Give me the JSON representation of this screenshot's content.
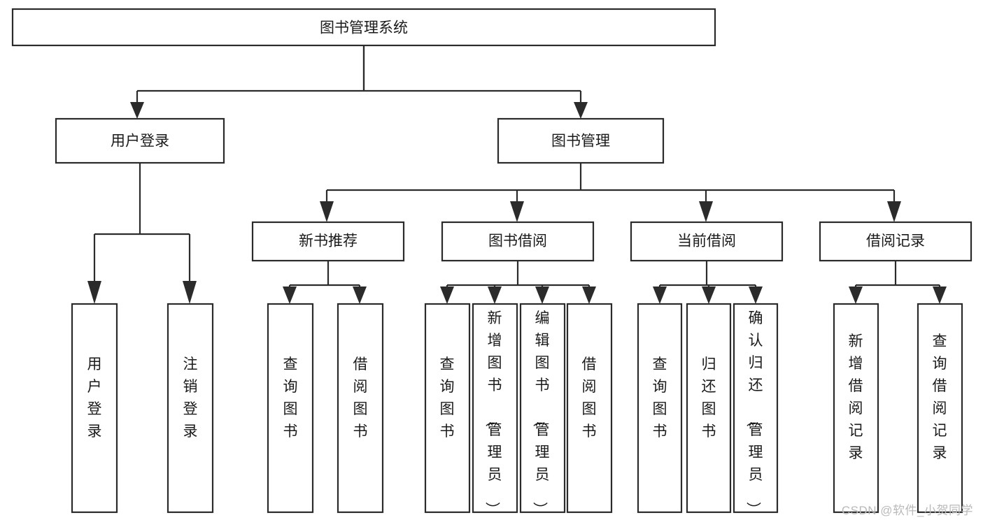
{
  "diagram": {
    "type": "tree-hierarchy",
    "title": "图书管理系统",
    "watermark": "CSDN @软件_小贺同学",
    "colors": {
      "stroke": "#2b2b2b",
      "fill": "#ffffff",
      "text": "#1a1a1a",
      "watermark": "#b9b9b9"
    },
    "root": {
      "id": "root",
      "label": "图书管理系统",
      "orientation": "horizontal"
    },
    "level2": [
      {
        "id": "user-login",
        "label": "用户登录",
        "orientation": "horizontal"
      },
      {
        "id": "book-management",
        "label": "图书管理",
        "orientation": "horizontal"
      }
    ],
    "level3": [
      {
        "id": "new-book-recommend",
        "label": "新书推荐",
        "orientation": "horizontal",
        "parent": "book-management"
      },
      {
        "id": "book-borrow",
        "label": "图书借阅",
        "orientation": "horizontal",
        "parent": "book-management"
      },
      {
        "id": "current-borrow",
        "label": "当前借阅",
        "orientation": "horizontal",
        "parent": "book-management"
      },
      {
        "id": "borrow-record",
        "label": "借阅记录",
        "orientation": "horizontal",
        "parent": "book-management"
      }
    ],
    "leaves": {
      "user-login": [
        {
          "id": "leaf-user-login",
          "label": "用户登录",
          "orientation": "vertical"
        },
        {
          "id": "leaf-user-logout",
          "label": "注销登录",
          "orientation": "vertical"
        }
      ],
      "new-book-recommend": [
        {
          "id": "leaf-query-book-1",
          "label": "查询图书",
          "orientation": "vertical"
        },
        {
          "id": "leaf-borrow-book-1",
          "label": "借阅图书",
          "orientation": "vertical"
        }
      ],
      "book-borrow": [
        {
          "id": "leaf-query-book-2",
          "label": "查询图书",
          "orientation": "vertical"
        },
        {
          "id": "leaf-add-book",
          "label": "新增图书（管理员）",
          "orientation": "vertical"
        },
        {
          "id": "leaf-edit-book",
          "label": "编辑图书（管理员）",
          "orientation": "vertical"
        },
        {
          "id": "leaf-borrow-book-2",
          "label": "借阅图书",
          "orientation": "vertical"
        }
      ],
      "current-borrow": [
        {
          "id": "leaf-query-book-3",
          "label": "查询图书",
          "orientation": "vertical"
        },
        {
          "id": "leaf-return-book",
          "label": "归还图书",
          "orientation": "vertical"
        },
        {
          "id": "leaf-confirm-return",
          "label": "确认归还（管理员）",
          "orientation": "vertical"
        }
      ],
      "borrow-record": [
        {
          "id": "leaf-add-record",
          "label": "新增借阅记录",
          "orientation": "vertical"
        },
        {
          "id": "leaf-query-record",
          "label": "查询借阅记录",
          "orientation": "vertical"
        }
      ]
    }
  }
}
